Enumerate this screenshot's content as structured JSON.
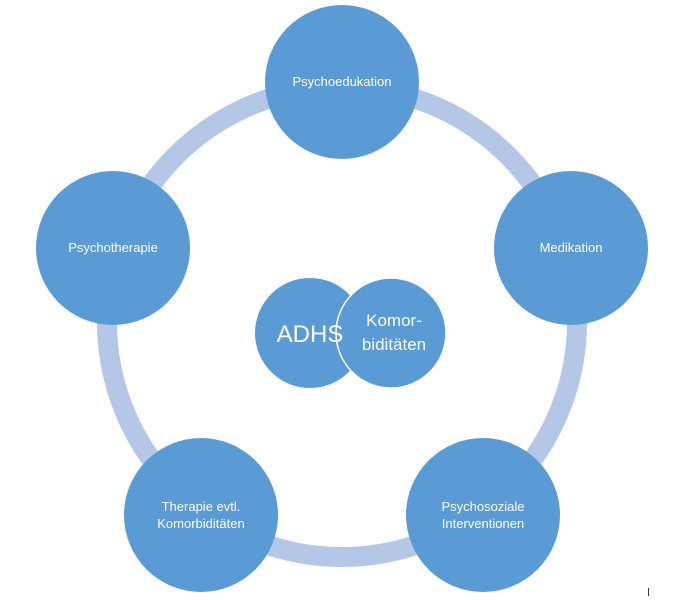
{
  "colors": {
    "node_fill": "#5b9bd5",
    "ring": "#b4c7e7",
    "text": "#ffffff"
  },
  "center": {
    "left_label": "ADHS",
    "right_label_line1": "Komor-",
    "right_label_line2": "biditäten"
  },
  "nodes": [
    {
      "id": "psychoedukation",
      "line1": "Psychoedukation",
      "line2": ""
    },
    {
      "id": "medikation",
      "line1": "Medikation",
      "line2": ""
    },
    {
      "id": "psychosoziale",
      "line1": "Psychosoziale",
      "line2": "Interventionen"
    },
    {
      "id": "therapie",
      "line1": "Therapie evtl.",
      "line2": "Komorbiditäten"
    },
    {
      "id": "psychotherapie",
      "line1": "Psychotherapie",
      "line2": ""
    }
  ]
}
